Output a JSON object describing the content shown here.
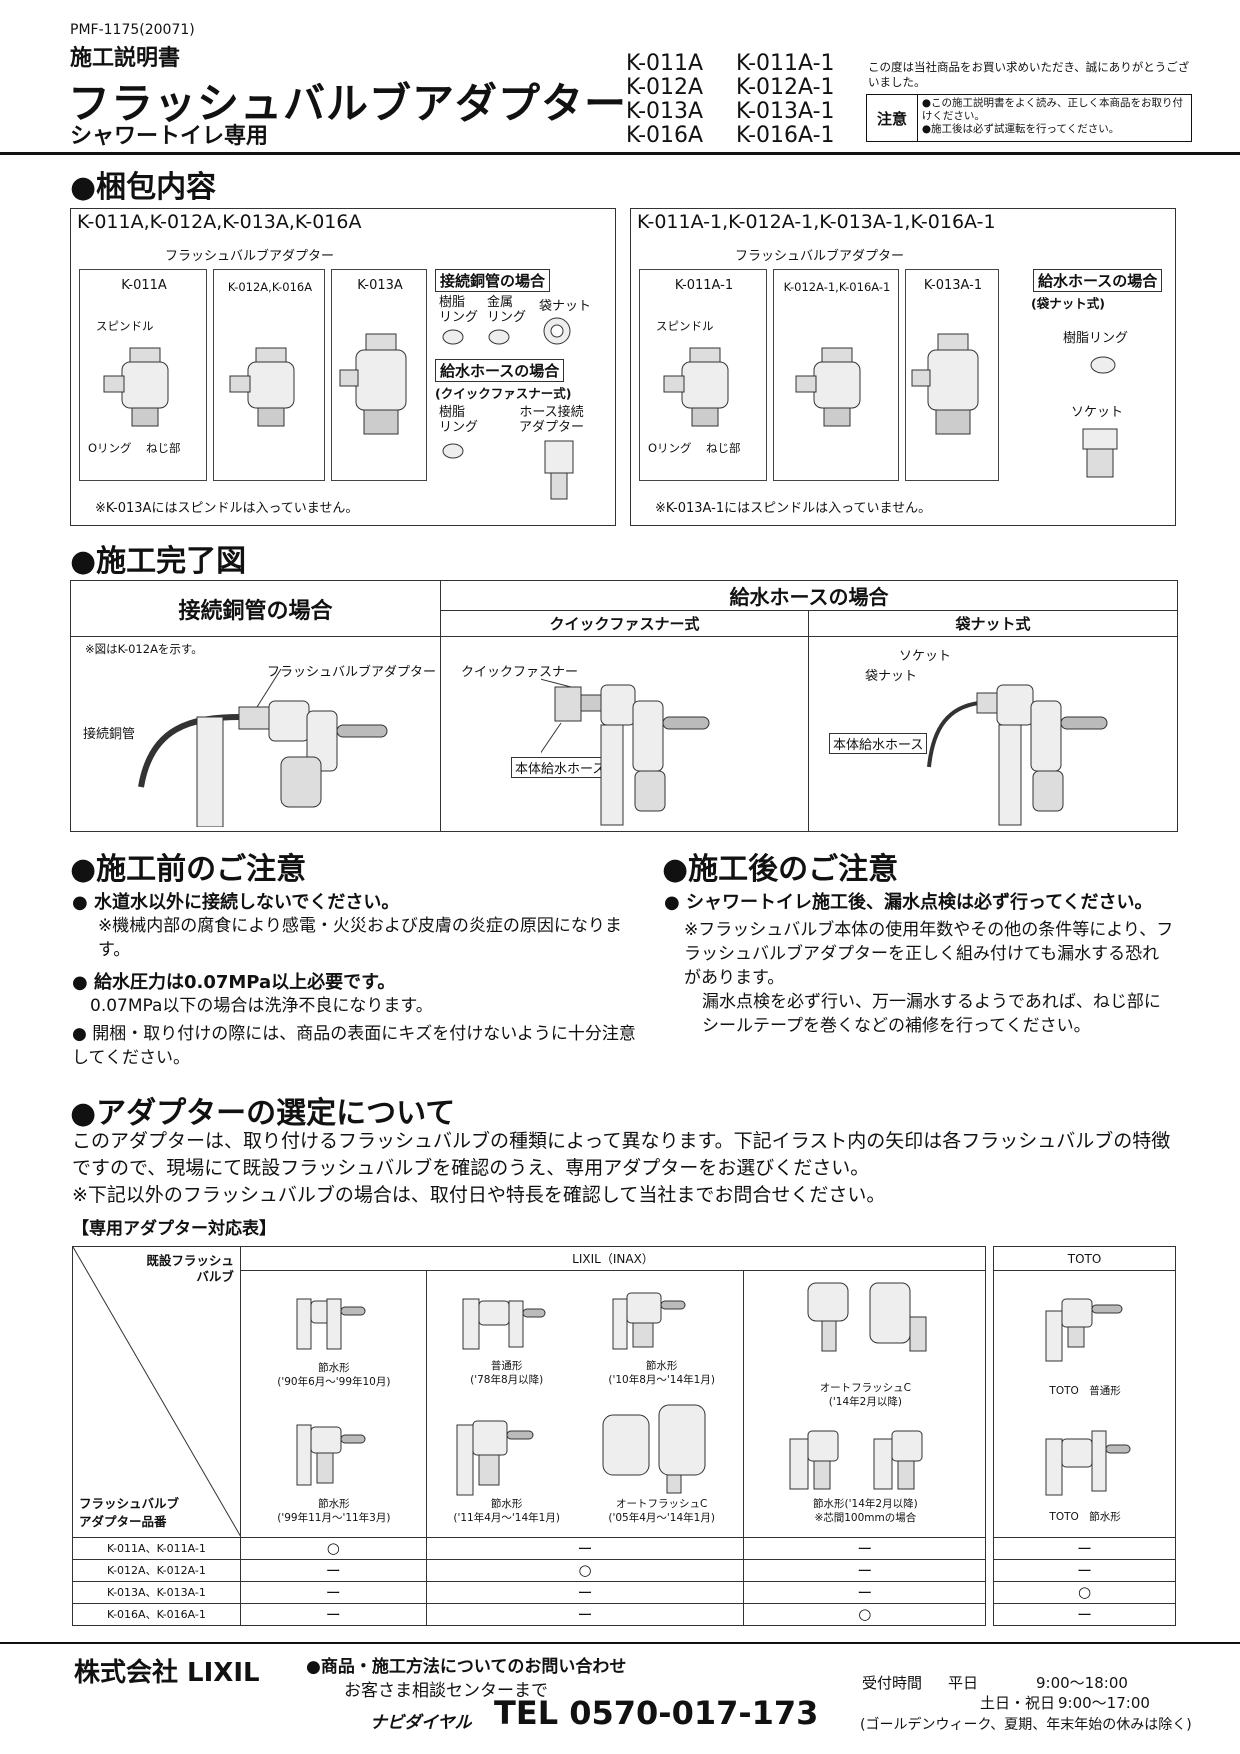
{
  "header": {
    "doc_code": "PMF-1175(20071)",
    "doc_kind": "施工説明書",
    "title": "フラッシュバルブアダプター",
    "subtitle": "シャワートイレ専用",
    "models": [
      "K-011A",
      "K-011A-1",
      "K-012A",
      "K-012A-1",
      "K-013A",
      "K-013A-1",
      "K-016A",
      "K-016A-1"
    ],
    "thanks": "この度は当社商品をお買い求めいただき、誠にありがとうございました。",
    "caution_label": "注意",
    "caution_lines": [
      "●この施工説明書をよく読み、正しく本商品をお取り付けください。",
      "●施工後は必ず試運転を行ってください。"
    ]
  },
  "packing": {
    "heading": "●梱包内容",
    "left": {
      "title": "K-011A,K-012A,K-013A,K-016A",
      "caption": "フラッシュバルブアダプター",
      "cols": [
        "K-011A",
        "K-012A,K-016A",
        "K-013A"
      ],
      "label_spindle": "スピンドル",
      "label_oring": "Oリング",
      "label_neji": "ねじ部",
      "copper_title": "接続銅管の場合",
      "resin_ring": "樹脂\nリング",
      "metal_ring": "金属\nリング",
      "bag_nut": "袋ナット",
      "hose_title": "給水ホースの場合",
      "hose_sub": "(クイックファスナー式)",
      "resin_ring2": "樹脂\nリング",
      "hose_adapter": "ホース接続\nアダプター",
      "note": "※K-013Aにはスピンドルは入っていません。"
    },
    "right": {
      "title": "K-011A-1,K-012A-1,K-013A-1,K-016A-1",
      "caption": "フラッシュバルブアダプター",
      "cols": [
        "K-011A-1",
        "K-012A-1,K-016A-1",
        "K-013A-1"
      ],
      "label_spindle": "スピンドル",
      "label_oring": "Oリング",
      "label_neji": "ねじ部",
      "hose_title": "給水ホースの場合",
      "hose_sub": "(袋ナット式)",
      "resin_ring": "樹脂リング",
      "socket": "ソケット",
      "note": "※K-013A-1にはスピンドルは入っていません。"
    }
  },
  "completion": {
    "heading": "●施工完了図",
    "col_copper": "接続銅管の場合",
    "col_hose": "給水ホースの場合",
    "sub_quick": "クイックファスナー式",
    "sub_bag": "袋ナット式",
    "fig_note": "※図はK-012Aを示す。",
    "lbl_fva": "フラッシュバルブアダプター",
    "lbl_copper": "接続銅管",
    "lbl_quick": "クイックファスナー",
    "lbl_hose1": "本体給水ホース",
    "lbl_socket": "ソケット",
    "lbl_bagnut": "袋ナット",
    "lbl_hose2": "本体給水ホース"
  },
  "before": {
    "heading": "●施工前のご注意",
    "items": [
      {
        "head": "● 水道水以外に接続しないでください。",
        "body": "※機械内部の腐食により感電・火災および皮膚の炎症の原因になります。"
      },
      {
        "head": "● 給水圧力は0.07MPa以上必要です。",
        "body": "0.07MPa以下の場合は洗浄不良になります。"
      },
      {
        "head": "● 開梱・取り付けの際には、商品の表面にキズを付けないように十分注意してください。",
        "body": ""
      }
    ]
  },
  "after": {
    "heading": "●施工後のご注意",
    "head": "● シャワートイレ施工後、漏水点検は必ず行ってください。",
    "body1": "※フラッシュバルブ本体の使用年数やその他の条件等により、フラッシュバルブアダプターを正しく組み付けても漏水する恐れがあります。",
    "body2": "漏水点検を必ず行い、万一漏水するようであれば、ねじ部にシールテープを巻くなどの補修を行ってください。"
  },
  "selection": {
    "heading": "●アダプターの選定について",
    "body1": "このアダプターは、取り付けるフラッシュバルブの種類によって異なります。下記イラスト内の矢印は各フラッシュバルブの特徴ですので、現場にて既設フラッシュバルブを確認のうえ、専用アダプターをお選びください。",
    "body2": "※下記以外のフラッシュバルブの場合は、取付日や特長を確認して当社までお問合せください。",
    "table_title": "【専用アダプター対応表】",
    "corner_top": "既設フラッシュ\nバルブ",
    "corner_bottom": "フラッシュバルブ\nアダプター品番",
    "group_lixil": "LIXIL（INAX）",
    "group_toto": "TOTO",
    "valves": {
      "c1a": "節水形\n('90年6月〜'99年10月)",
      "c1b": "節水形\n('99年11月〜'11年3月)",
      "c2a1": "普通形\n('78年8月以降)",
      "c2a2": "節水形\n('10年8月〜'14年1月)",
      "c2b1": "節水形\n('11年4月〜'14年1月)",
      "c2b2": "オートフラッシュC\n('05年4月〜'14年1月)",
      "c3a": "オートフラッシュC\n('14年2月以降)",
      "c3b": "節水形('14年2月以降)\n※芯間100mmの場合",
      "c4a": "TOTO　普通形",
      "c4b": "TOTO　節水形"
    },
    "rows": [
      {
        "name": "K-011A、K-011A-1",
        "cells": [
          "○",
          "ー",
          "ー",
          "ー"
        ]
      },
      {
        "name": "K-012A、K-012A-1",
        "cells": [
          "ー",
          "○",
          "ー",
          "ー"
        ]
      },
      {
        "name": "K-013A、K-013A-1",
        "cells": [
          "ー",
          "ー",
          "ー",
          "○"
        ]
      },
      {
        "name": "K-016A、K-016A-1",
        "cells": [
          "ー",
          "ー",
          "○",
          "ー"
        ]
      }
    ]
  },
  "footer": {
    "company": "株式会社 LIXIL",
    "inquiry": "●商品・施工方法についてのお問い合わせ",
    "center": "お客さま相談センターまで",
    "navi": "ナビダイヤル",
    "tel": "TEL 0570-017-173",
    "hours_label": "受付時間",
    "weekday": "平日",
    "weekday_time": "9:00〜18:00",
    "weekend": "土日・祝日",
    "weekend_time": "9:00〜17:00",
    "holiday_note": "(ゴールデンウィーク、夏期、年末年始の休みは除く)"
  }
}
